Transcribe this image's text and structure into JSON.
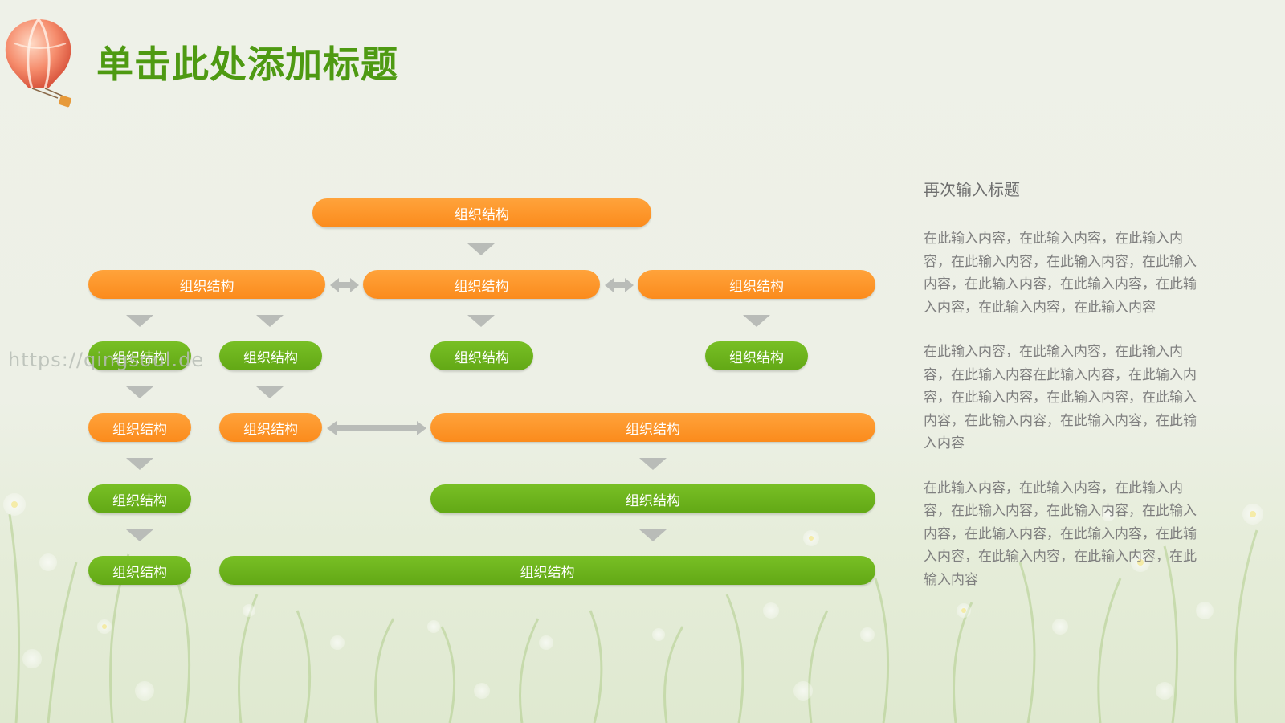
{
  "slide": {
    "title": "单击此处添加标题",
    "watermark": "https://qingsoul.de"
  },
  "org_chart": {
    "root": "组织结构",
    "level1": [
      "组织结构",
      "组织结构",
      "组织结构"
    ],
    "level2": [
      "组织结构",
      "组织结构",
      "组织结构",
      "组织结构"
    ],
    "level3": [
      "组织结构",
      "组织结构",
      "组织结构"
    ],
    "level4": [
      "组织结构",
      "组织结构"
    ],
    "level5": [
      "组织结构",
      "组织结构"
    ]
  },
  "sidebar": {
    "heading": "再次输入标题",
    "paragraphs": [
      "在此输入内容，在此输入内容，在此输入内容，在此输入内容，在此输入内容，在此输入内容，在此输入内容，在此输入内容，在此输入内容，在此输入内容，在此输入内容",
      "在此输入内容，在此输入内容，在此输入内容，在此输入内容在此输入内容，在此输入内容，在此输入内容，在此输入内容，在此输入内容，在此输入内容，在此输入内容，在此输入内容",
      "在此输入内容，在此输入内容，在此输入内容，在此输入内容，在此输入内容，在此输入内容，在此输入内容，在此输入内容，在此输入内容，在此输入内容，在此输入内容，在此输入内容"
    ]
  },
  "colors": {
    "title": "#4e9a12",
    "orange_node": "#fb8b1c",
    "green_node": "#62a815",
    "connector": "#b9bcb8",
    "body_text": "#7f7f7f"
  },
  "icons": [
    "hot-air-balloon-icon"
  ]
}
